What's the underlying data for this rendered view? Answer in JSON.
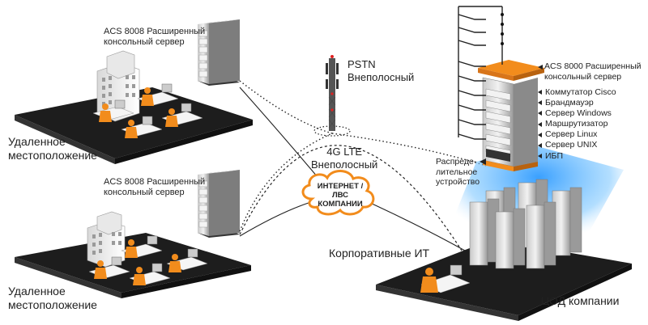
{
  "colors": {
    "accent": "#f28c1c",
    "pad": "#1d1d1d",
    "datacenter_glow": "#3da8ff"
  },
  "remote_site_top": {
    "server_label_1": "ACS 8008 Расширенный",
    "server_label_2": "консольный сервер",
    "site_label_1": "Удаленное",
    "site_label_2": "местоположение"
  },
  "remote_site_bottom": {
    "server_label_1": "ACS 8008 Расширенный",
    "server_label_2": "консольный сервер",
    "site_label_1": "Удаленное",
    "site_label_2": "местоположение"
  },
  "pstn": {
    "line1": "PSTN",
    "line2": "Внеполосный"
  },
  "lte": {
    "line1": "4G LTE",
    "line2": "Внеполосный"
  },
  "cloud": {
    "line1": "ИНТЕРНЕТ /",
    "line2": "ЛВС",
    "line3": "КОМПАНИИ"
  },
  "corporate_it": "Корпоративные ИТ",
  "datacenter": {
    "label": "ЦОД компании",
    "distribution_1": "Распреде-",
    "distribution_2": "лительное",
    "distribution_3": "устройство",
    "acs8000_1": "ACS 8000 Расширенный",
    "acs8000_2": "консольный сервер",
    "rack_items": [
      "Коммутатор Cisco",
      "Брандмауэр",
      "Сервер Windows",
      "Маршрутизатор",
      "Сервер Linux",
      "Сервер UNIX",
      "ИБП"
    ]
  }
}
